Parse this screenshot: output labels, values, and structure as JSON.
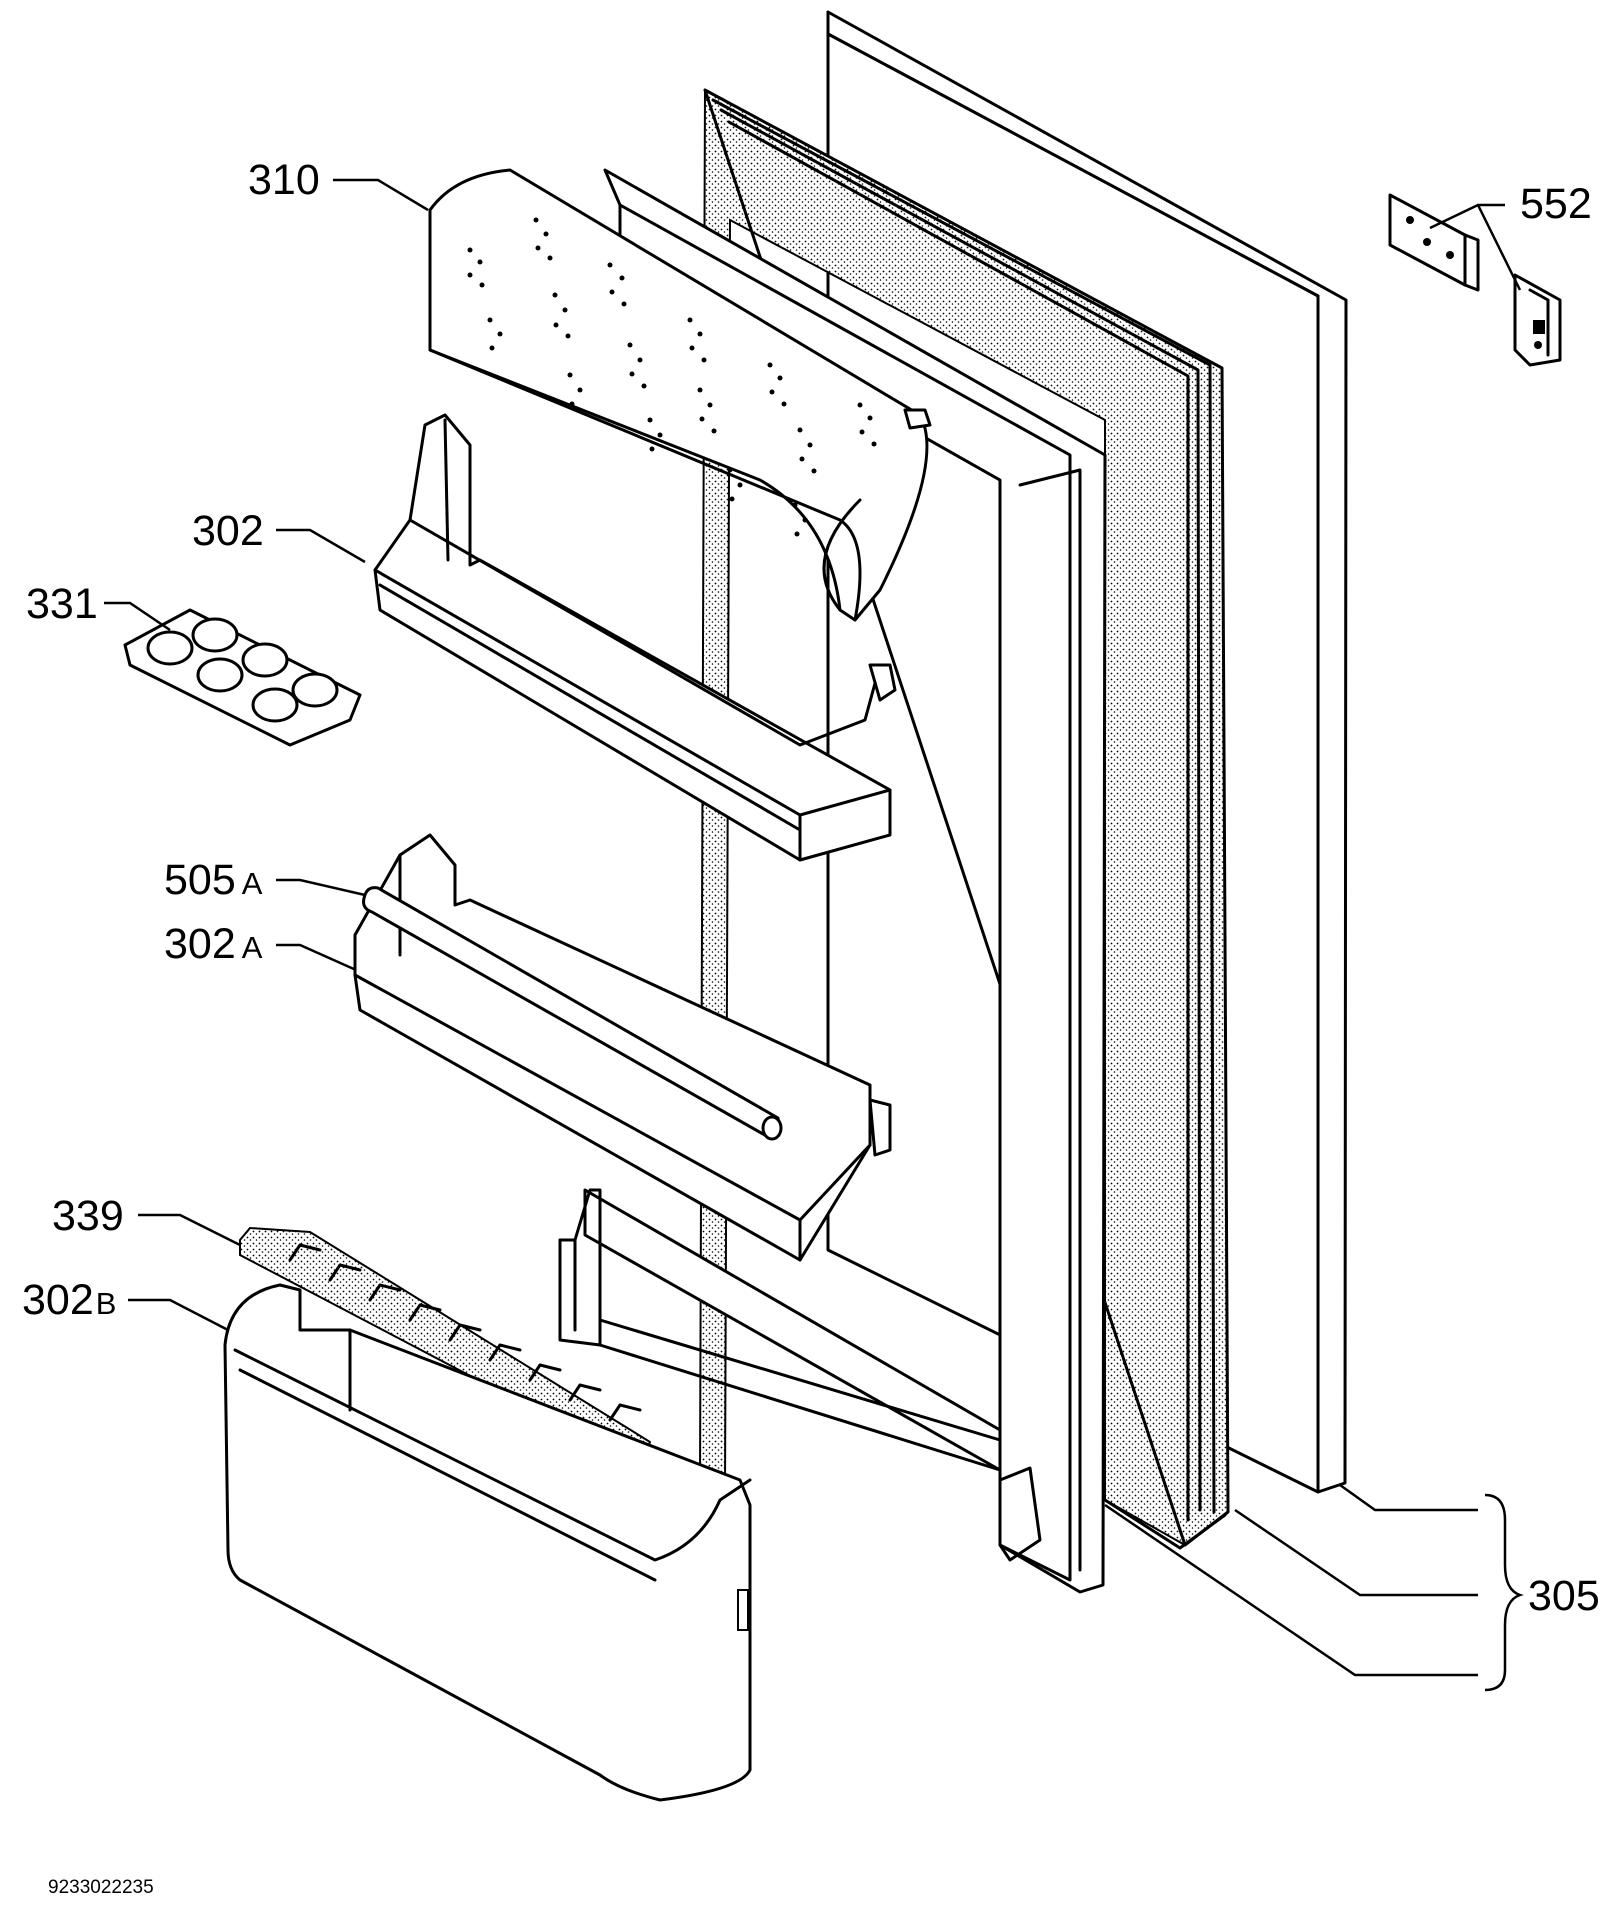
{
  "diagram": {
    "type": "exploded-parts-view",
    "subject": "refrigerator door assembly",
    "callouts": {
      "c310": {
        "number": "310",
        "suffix": ""
      },
      "c552": {
        "number": "552",
        "suffix": ""
      },
      "c302": {
        "number": "302",
        "suffix": ""
      },
      "c331": {
        "number": "331",
        "suffix": ""
      },
      "c505a": {
        "number": "505",
        "suffix": "A"
      },
      "c302a": {
        "number": "302",
        "suffix": "A"
      },
      "c339": {
        "number": "339",
        "suffix": ""
      },
      "c302b": {
        "number": "302",
        "suffix": "B"
      },
      "c305": {
        "number": "305",
        "suffix": ""
      }
    },
    "document_number": "9233022235"
  }
}
